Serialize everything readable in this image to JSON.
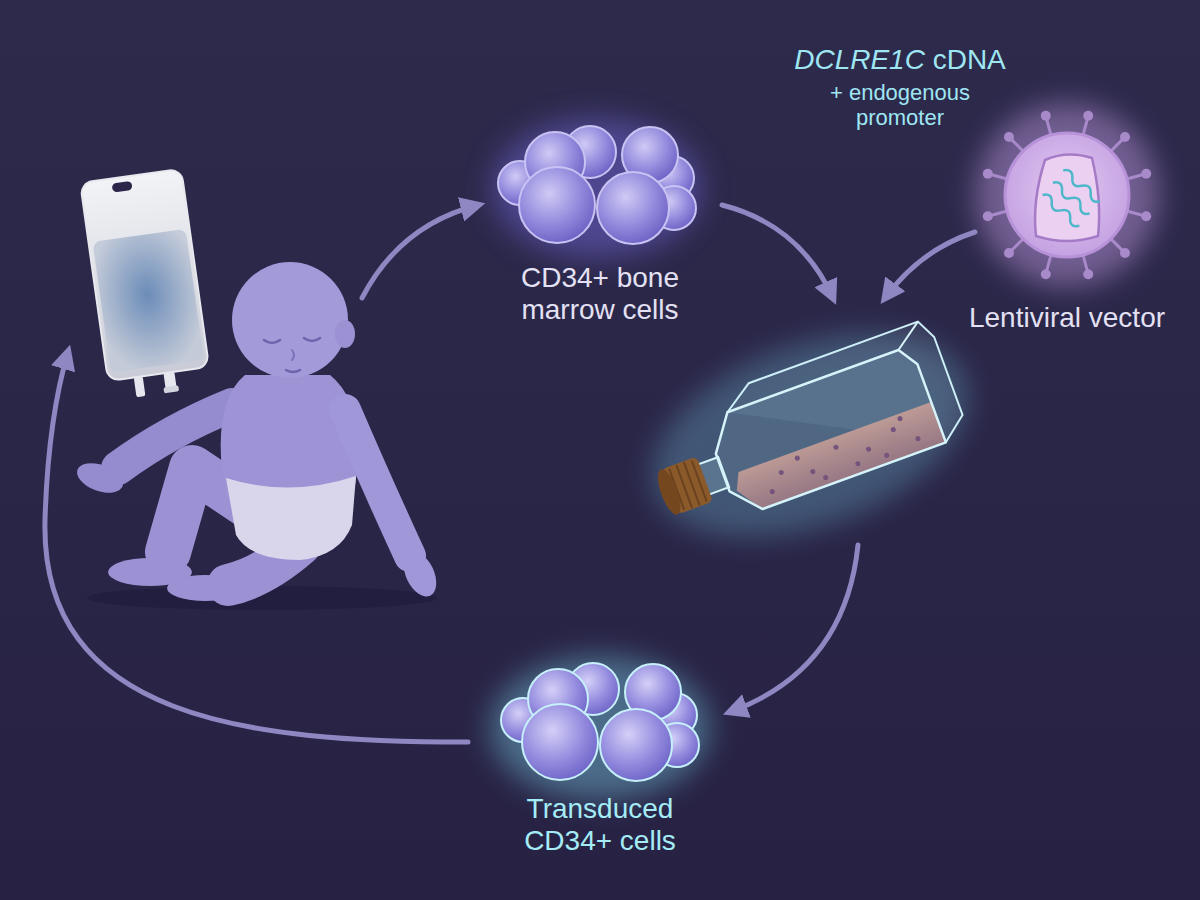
{
  "diagram": {
    "nodes": [
      {
        "text": [
          "CD34+ bone marrow cells"
        ]
      },
      {
        "text": [
          "DCLRE1C cDNA",
          "+ endogenous promoter",
          "Lentiviral vector"
        ]
      },
      {
        "text": [
          "Transduced CD34+ cells"
        ]
      }
    ]
  }
}
